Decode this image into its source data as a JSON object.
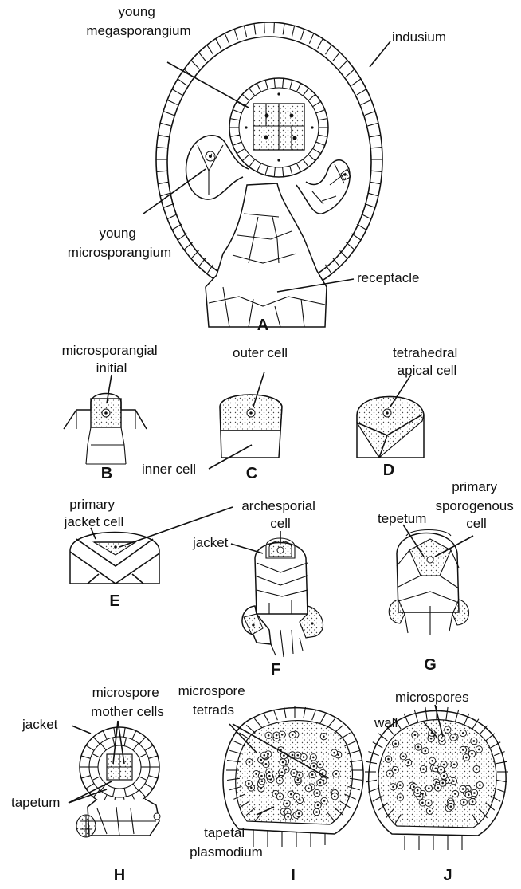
{
  "figure": {
    "A": {
      "letter": "A",
      "young_megasporangium": [
        "young",
        "megasporangium"
      ],
      "indusium": "indusium",
      "young_microsporangium": [
        "young",
        "microsporangium"
      ],
      "receptacle": "receptacle"
    },
    "B": {
      "letter": "B",
      "microsporangial_initial": [
        "microsporangial",
        "initial"
      ]
    },
    "C": {
      "letter": "C",
      "outer_cell": "outer cell",
      "inner_cell": "inner cell"
    },
    "D": {
      "letter": "D",
      "tetrahedral_apical_cell": [
        "tetrahedral",
        "apical cell"
      ]
    },
    "E": {
      "letter": "E",
      "primary_jacket_cell": [
        "primary",
        "jacket cell"
      ]
    },
    "F": {
      "letter": "F",
      "archesporial_cell": [
        "archesporial",
        "cell"
      ],
      "jacket": "jacket"
    },
    "G": {
      "letter": "G",
      "tepetum": "tepetum",
      "primary_sporogenous_cell": [
        "primary",
        "sporogenous",
        "cell"
      ]
    },
    "H": {
      "letter": "H",
      "microspore_mother_cells": [
        "microspore",
        "mother cells"
      ],
      "jacket": "jacket",
      "tapetum": "tapetum"
    },
    "I": {
      "letter": "I",
      "microspore_tetrads": [
        "microspore",
        "tetrads"
      ],
      "tapetal_plasmodium": [
        "tapetal",
        "plasmodium"
      ]
    },
    "J": {
      "letter": "J",
      "microspores": "microspores",
      "wall": "wall"
    }
  }
}
